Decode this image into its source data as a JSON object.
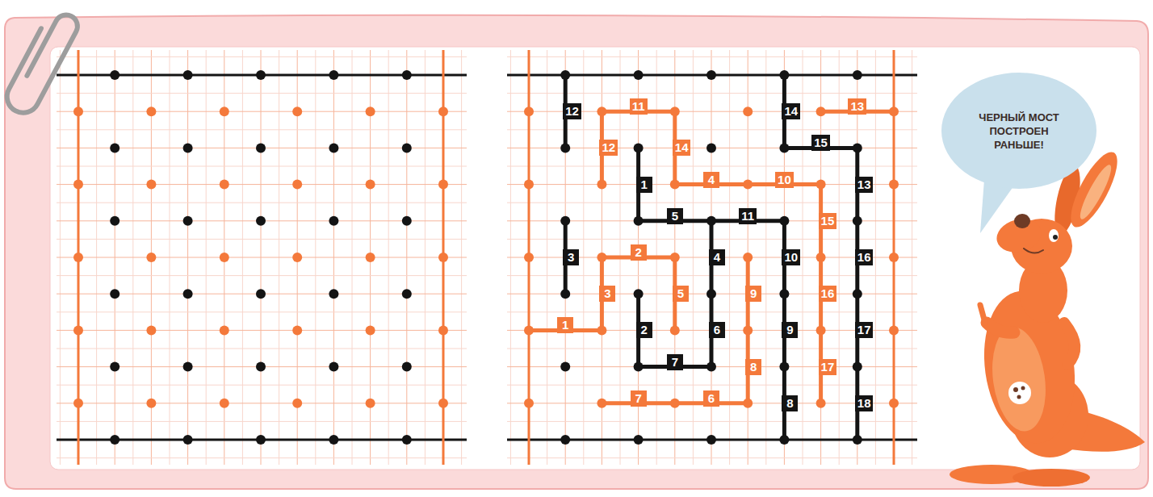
{
  "diagram": {
    "nodes": [
      {
        "text": [
          "ЧЕРНЫЙ МОСТ ПОСТРОЕН РАНЬШЕ!"
        ]
      }
    ],
    "labels": [
      "12",
      "11",
      "14",
      "13",
      "12",
      "14",
      "15",
      "1",
      "4",
      "10",
      "13",
      "5",
      "11",
      "15",
      "3",
      "2",
      "4",
      "10",
      "16",
      "3",
      "5",
      "9",
      "16",
      "1",
      "2",
      "6",
      "9",
      "17",
      "7",
      "8",
      "17",
      "7",
      "6",
      "8",
      "18"
    ]
  }
}
